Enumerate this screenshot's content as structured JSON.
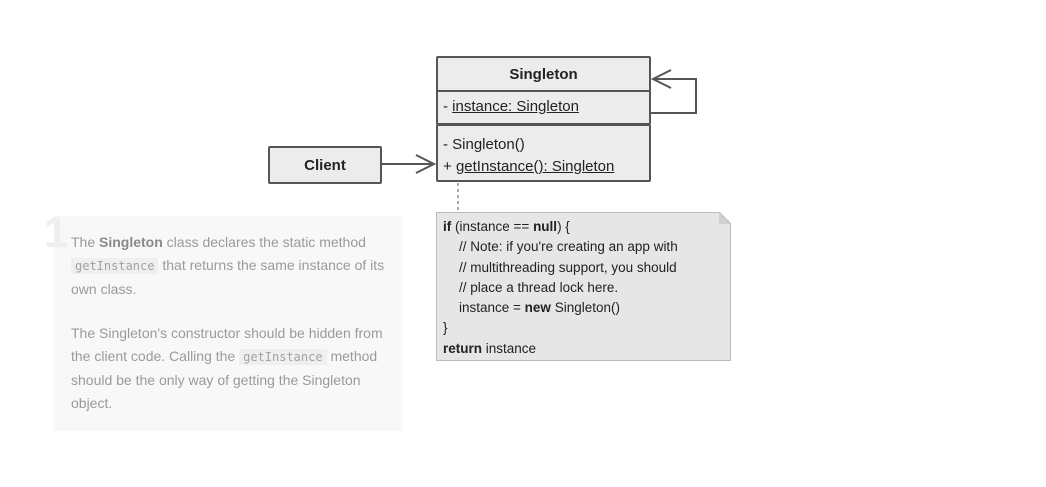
{
  "client": {
    "label": "Client"
  },
  "singleton": {
    "name": "Singleton",
    "field_prefix": "- ",
    "field": "instance: Singleton",
    "ctor": "- Singleton()",
    "method_prefix": "+ ",
    "method": "getInstance(): Singleton"
  },
  "note": {
    "line1_kw": "if",
    "line1_a": " (instance == ",
    "line1_null": "null",
    "line1_b": ") {",
    "line2": "// Note: if you're creating an app with",
    "line3": "// multithreading support, you should",
    "line4": "// place a thread lock here.",
    "line5_a": "instance = ",
    "line5_kw": "new",
    "line5_b": " Singleton()",
    "line6": "}",
    "line7_kw": "return",
    "line7_b": " instance"
  },
  "comment": {
    "number": "1",
    "p1_a": "The ",
    "p1_b": "Singleton",
    "p1_c": " class declares the static method ",
    "p1_code": "getInstance",
    "p1_d": " that returns the same instance of its own class.",
    "p2_a": "The Singleton's constructor should be hidden from the client code. Calling the ",
    "p2_code": "getInstance",
    "p2_b": " method should be the only way of getting the Singleton object."
  }
}
